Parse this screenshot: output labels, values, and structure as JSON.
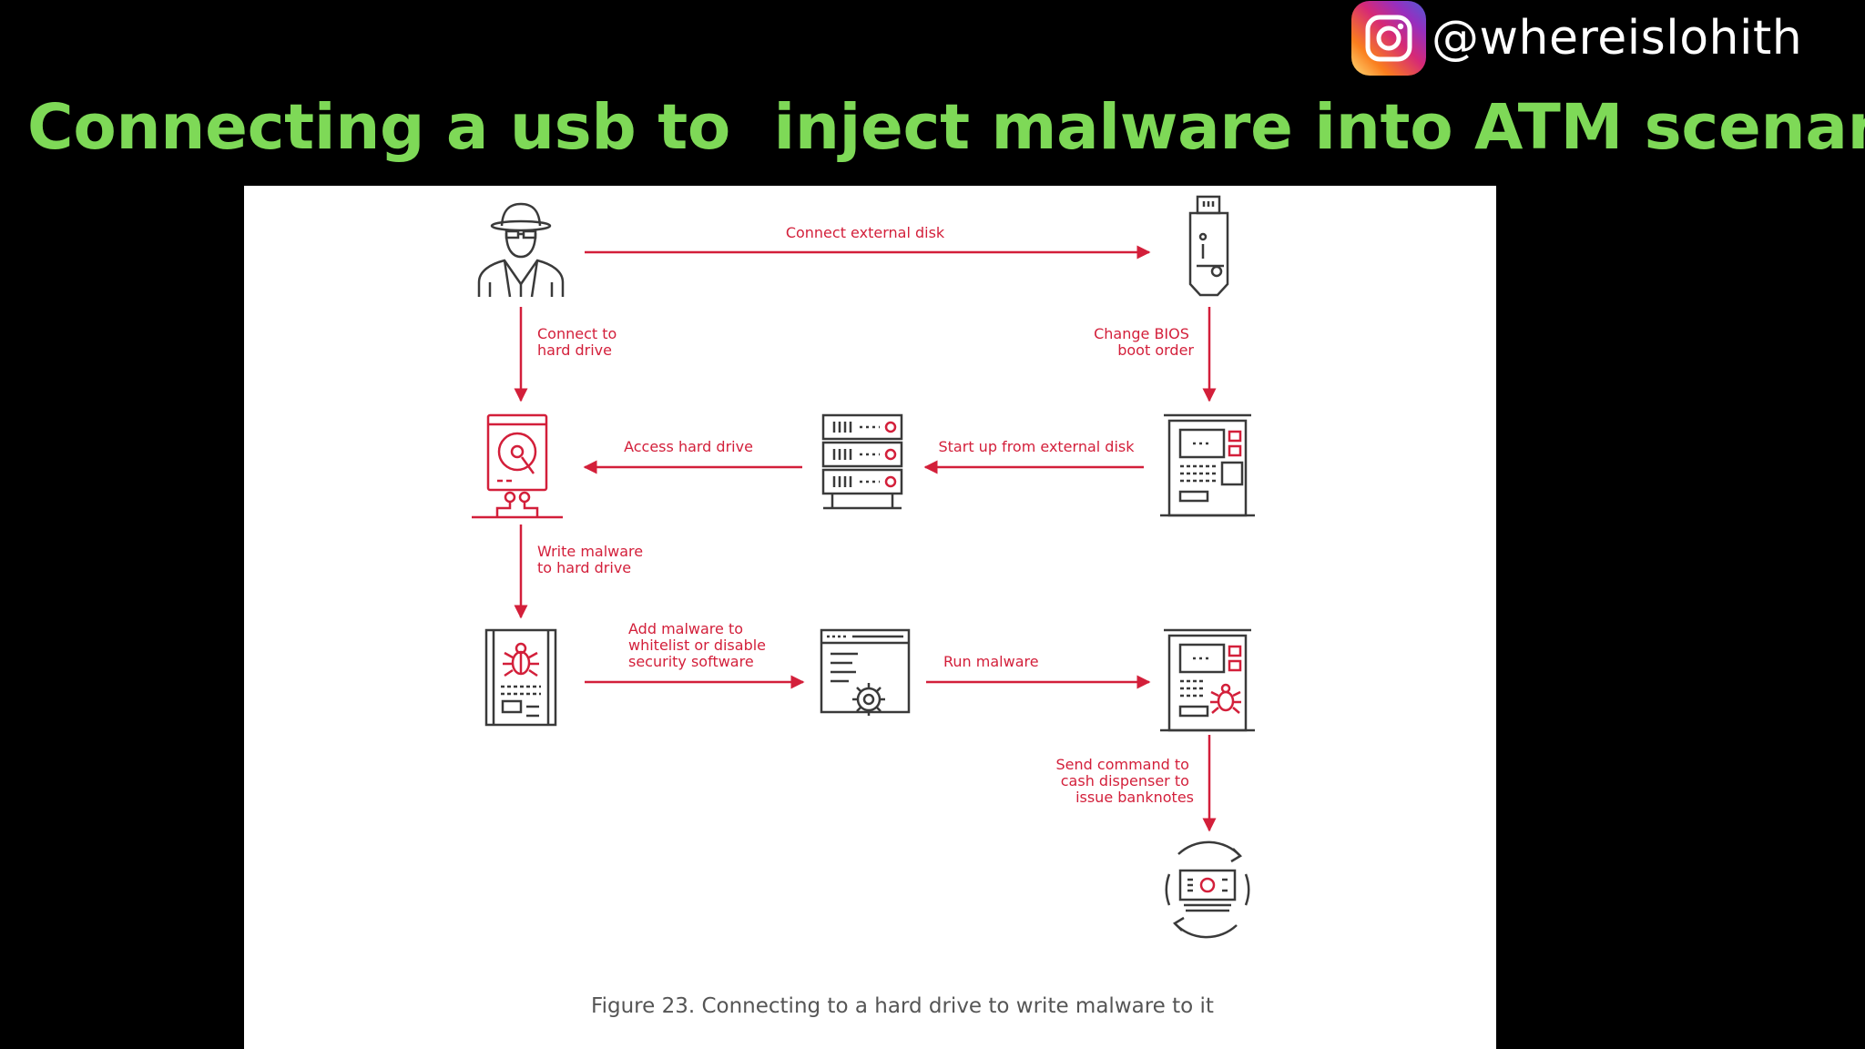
{
  "header": {
    "handle": "@whereislohith",
    "title": "Connecting a usb to  inject malware into ATM scenario"
  },
  "diagram": {
    "nodes": {
      "attacker": "attacker-icon",
      "usb": "usb-drive-icon",
      "hard_drive": "hard-drive-icon",
      "server": "server-rack-icon",
      "atm": "atm-icon",
      "infected_drive": "infected-drive-icon",
      "settings_window": "settings-window-icon",
      "infected_atm": "infected-atm-icon",
      "cash": "cash-icon"
    },
    "edges": {
      "connect_external_disk": "Connect external disk",
      "connect_hard_drive": [
        "Connect to",
        "hard drive"
      ],
      "change_bios": [
        "Change BIOS",
        "boot order"
      ],
      "access_hard_drive": "Access hard drive",
      "start_up": "Start up from external disk",
      "write_malware": [
        "Write malware",
        "to hard drive"
      ],
      "add_malware": [
        "Add malware to",
        "whitelist or disable",
        "security software"
      ],
      "run_malware": "Run malware",
      "send_command": [
        "Send command to",
        "cash dispenser to",
        "issue banknotes"
      ]
    },
    "caption": "Figure 23. Connecting to a hard drive to write malware to it"
  },
  "colors": {
    "accent_red": "#d31f3a",
    "icon_dark": "#3a3a3a",
    "title_green": "#7ed957",
    "background": "#000000",
    "panel": "#ffffff"
  }
}
